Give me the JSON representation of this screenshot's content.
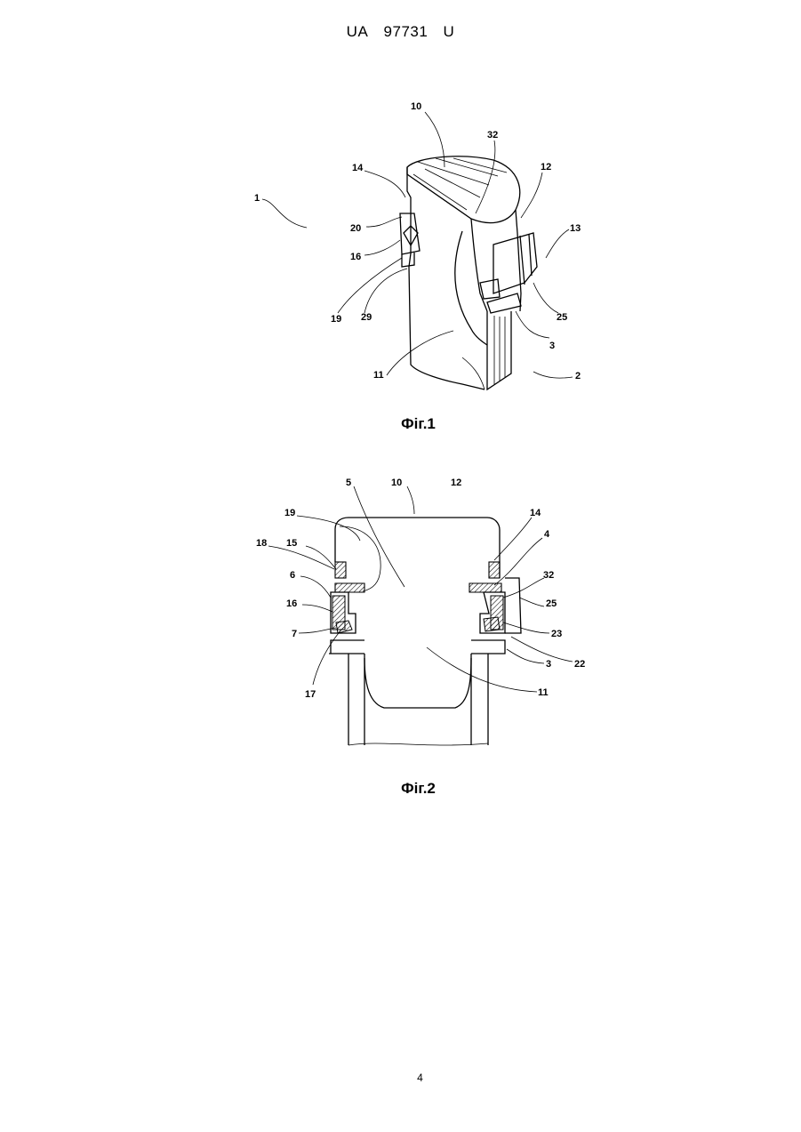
{
  "header": {
    "country": "UA",
    "number": "97731",
    "kind": "U"
  },
  "figure1": {
    "caption": "Фіг.1",
    "labels": [
      "10",
      "32",
      "14",
      "12",
      "1",
      "20",
      "13",
      "16",
      "19",
      "29",
      "25",
      "3",
      "11",
      "2"
    ]
  },
  "figure2": {
    "caption": "Фіг.2",
    "labels": [
      "5",
      "10",
      "12",
      "19",
      "14",
      "18",
      "15",
      "4",
      "6",
      "32",
      "16",
      "25",
      "7",
      "23",
      "22",
      "3",
      "17",
      "11"
    ]
  },
  "page_number": "4"
}
